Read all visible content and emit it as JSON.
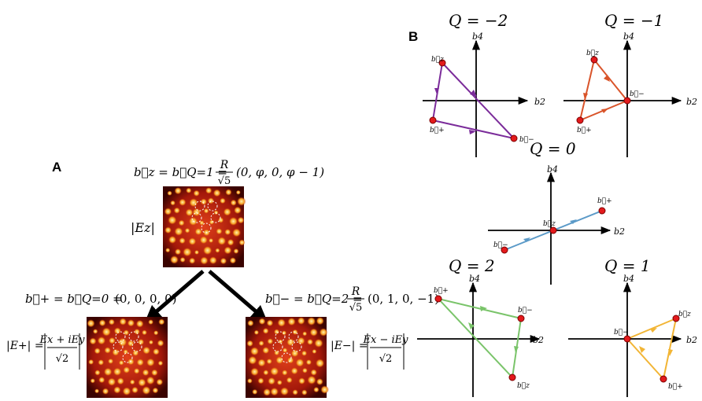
{
  "panel_a": {
    "label": "A",
    "top": {
      "lhs": "b⃗z = b⃗Q=1 = ",
      "coef_num": "R",
      "coef_den": "√5",
      "vector": "(0, φ, 0, φ − 1)"
    },
    "left": {
      "lhs": "b⃗+ = b⃗Q=0 = ",
      "vector": "(0, 0, 0, 0)"
    },
    "right": {
      "lhs": "b⃗− = b⃗Q=2 = ",
      "coef_num": "R",
      "coef_den": "√5",
      "vector": "(0, 1, 0, −1)"
    },
    "field_top": "|Ez|",
    "field_left_lhs": "|E+| =",
    "field_left_num": "Ex + iEy",
    "field_left_den": "√2",
    "field_right_lhs": "|E−| =",
    "field_right_num": "Ex − iEy",
    "field_right_den": "√2",
    "colors": {
      "arrow": "#000000",
      "field_dark": "#2a0000",
      "field_mid": "#c0260a",
      "field_bright": "#fff3a0"
    }
  },
  "panel_b": {
    "label": "B",
    "axis_h": "b2",
    "axis_v": "b4",
    "plots": [
      {
        "title": "Q = −2",
        "color": "#7b2c9a",
        "labels": [
          "b⃗z",
          "b⃗+",
          "b⃗−"
        ]
      },
      {
        "title": "Q = −1",
        "color": "#d9542a",
        "labels": [
          "b⃗z",
          "b⃗+",
          "b⃗−"
        ]
      },
      {
        "title": "Q = 0",
        "color": "#5b9ac8",
        "labels": [
          "b⃗−",
          "b⃗z",
          "b⃗+"
        ]
      },
      {
        "title": "Q = 2",
        "color": "#7ac46a",
        "labels": [
          "b⃗+",
          "b⃗−",
          "b⃗z"
        ]
      },
      {
        "title": "Q = 1",
        "color": "#f2b535",
        "labels": [
          "b⃗−",
          "b⃗z",
          "b⃗+"
        ]
      }
    ],
    "point_color": "#e31a1c"
  }
}
